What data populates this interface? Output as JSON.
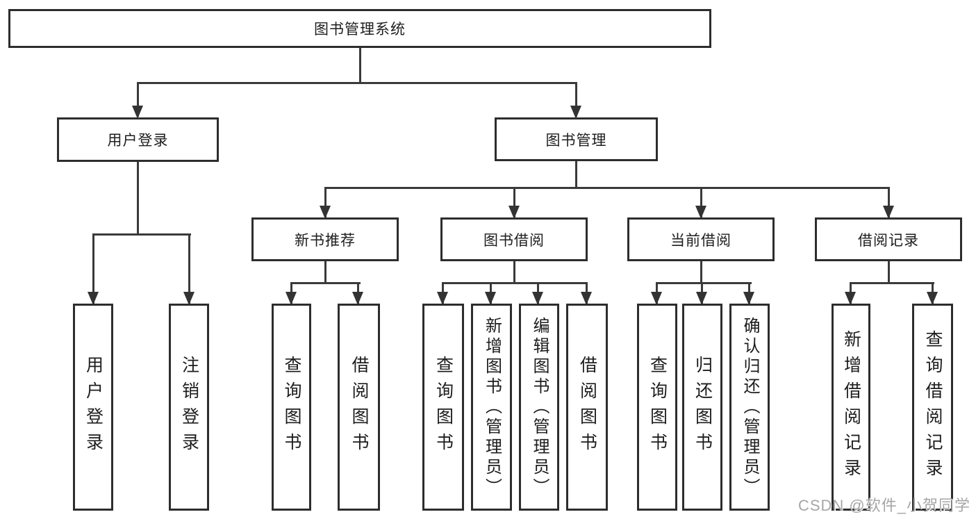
{
  "diagram": {
    "root": "图书管理系统",
    "level2": [
      "用户登录",
      "图书管理"
    ],
    "level3": [
      "新书推荐",
      "图书借阅",
      "当前借阅",
      "借阅记录"
    ],
    "leaves": {
      "login": [
        "用户登录",
        "注销登录"
      ],
      "recommend": [
        "查询图书",
        "借阅图书"
      ],
      "borrow": [
        "查询图书",
        "新增图书（管理员）",
        "编辑图书（管理员）",
        "借阅图书"
      ],
      "current": [
        "查询图书",
        "归还图书",
        "确认归还（管理员）"
      ],
      "records": [
        "新增借阅记录",
        "查询借阅记录"
      ]
    },
    "watermark": "CSDN @软件_小贺同学",
    "colors": {
      "line": "#3a3a3a",
      "border": "#2d2d2d",
      "text": "#1d1d1d",
      "watermark": "#a6a6a6"
    }
  }
}
